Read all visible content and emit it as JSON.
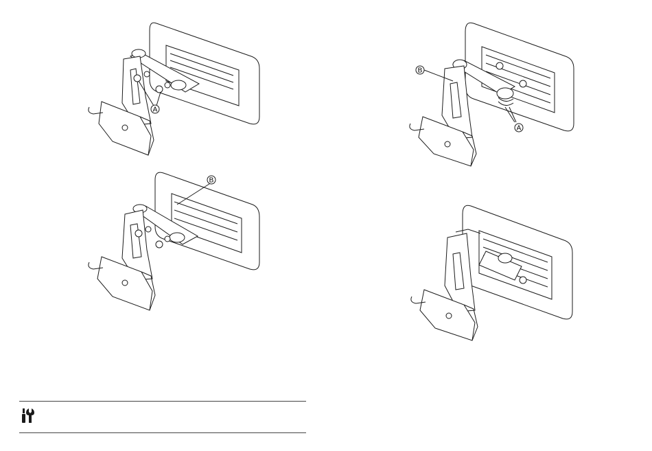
{
  "page": {
    "background": "#ffffff",
    "line_color": "#1a1a1a"
  },
  "figures": [
    {
      "id": "fig1",
      "callouts": [
        "A"
      ]
    },
    {
      "id": "fig2",
      "callouts": [
        "B"
      ]
    },
    {
      "id": "fig3",
      "callouts": [
        "B",
        "A"
      ]
    },
    {
      "id": "fig4",
      "callouts": []
    }
  ],
  "footer": {
    "icon": "tools-icon"
  }
}
